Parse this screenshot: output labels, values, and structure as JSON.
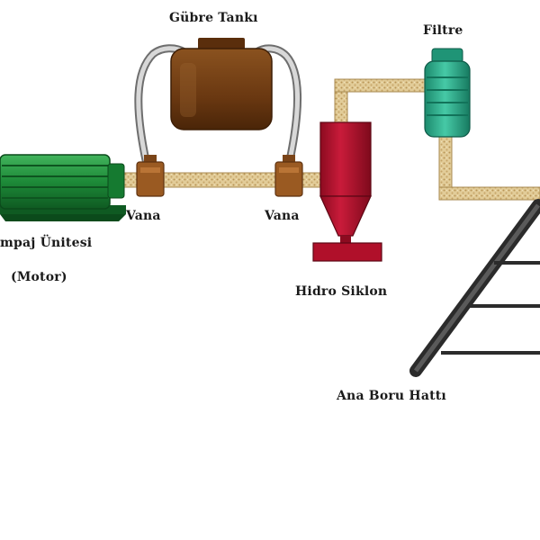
{
  "labels": {
    "fertilizer_tank": "Gübre Tankı",
    "filter": "Filtre",
    "valve_left": "Vana",
    "valve_right": "Vana",
    "pump_unit": "mpaj Ünitesi",
    "motor": "(Motor)",
    "hydrocyclone": "Hidro Siklon",
    "main_pipeline": "Ana Boru Hattı"
  },
  "colors": {
    "pipe": "#d9c08c",
    "motor": "#1f8a3a",
    "tank": "#6e3c12",
    "valve": "#9a5a22",
    "hydrocyclone": "#b0102a",
    "filter": "#2aa88a",
    "pipeline": "#333333"
  }
}
